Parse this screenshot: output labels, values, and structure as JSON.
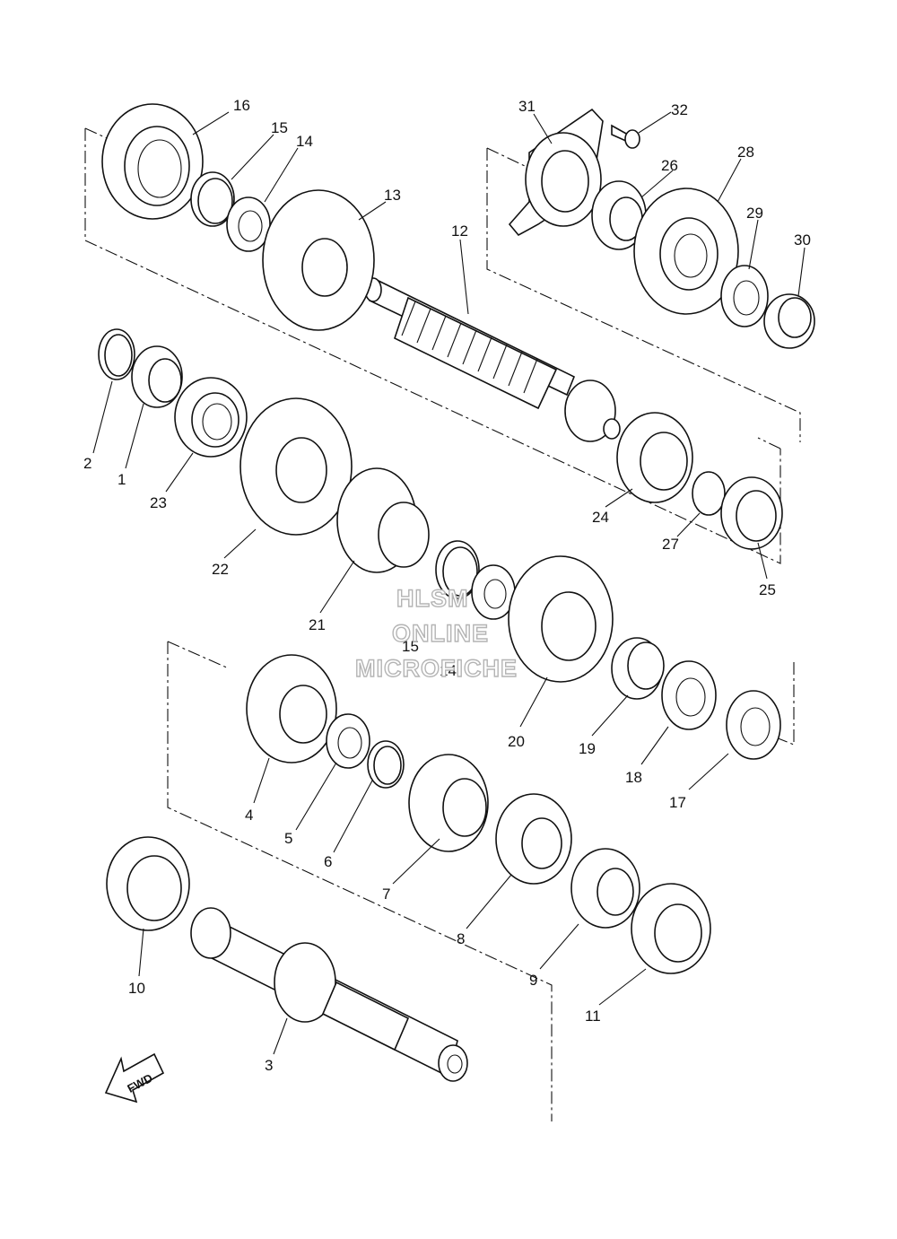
{
  "diagram": {
    "part_labels": [
      "1",
      "2",
      "3",
      "4",
      "5",
      "6",
      "7",
      "8",
      "9",
      "10",
      "11",
      "12",
      "13",
      "14",
      "15",
      "16",
      "17",
      "18",
      "19",
      "20",
      "21",
      "22",
      "23",
      "24",
      "25",
      "26",
      "27",
      "28",
      "29",
      "30",
      "31",
      "32"
    ],
    "duplicate_labels": [
      "15",
      "14"
    ],
    "watermark": {
      "line1": "HLSM",
      "line2": "ONLINE",
      "line3": "MICROFICHE"
    },
    "direction_arrow": {
      "text": "FWD"
    }
  }
}
